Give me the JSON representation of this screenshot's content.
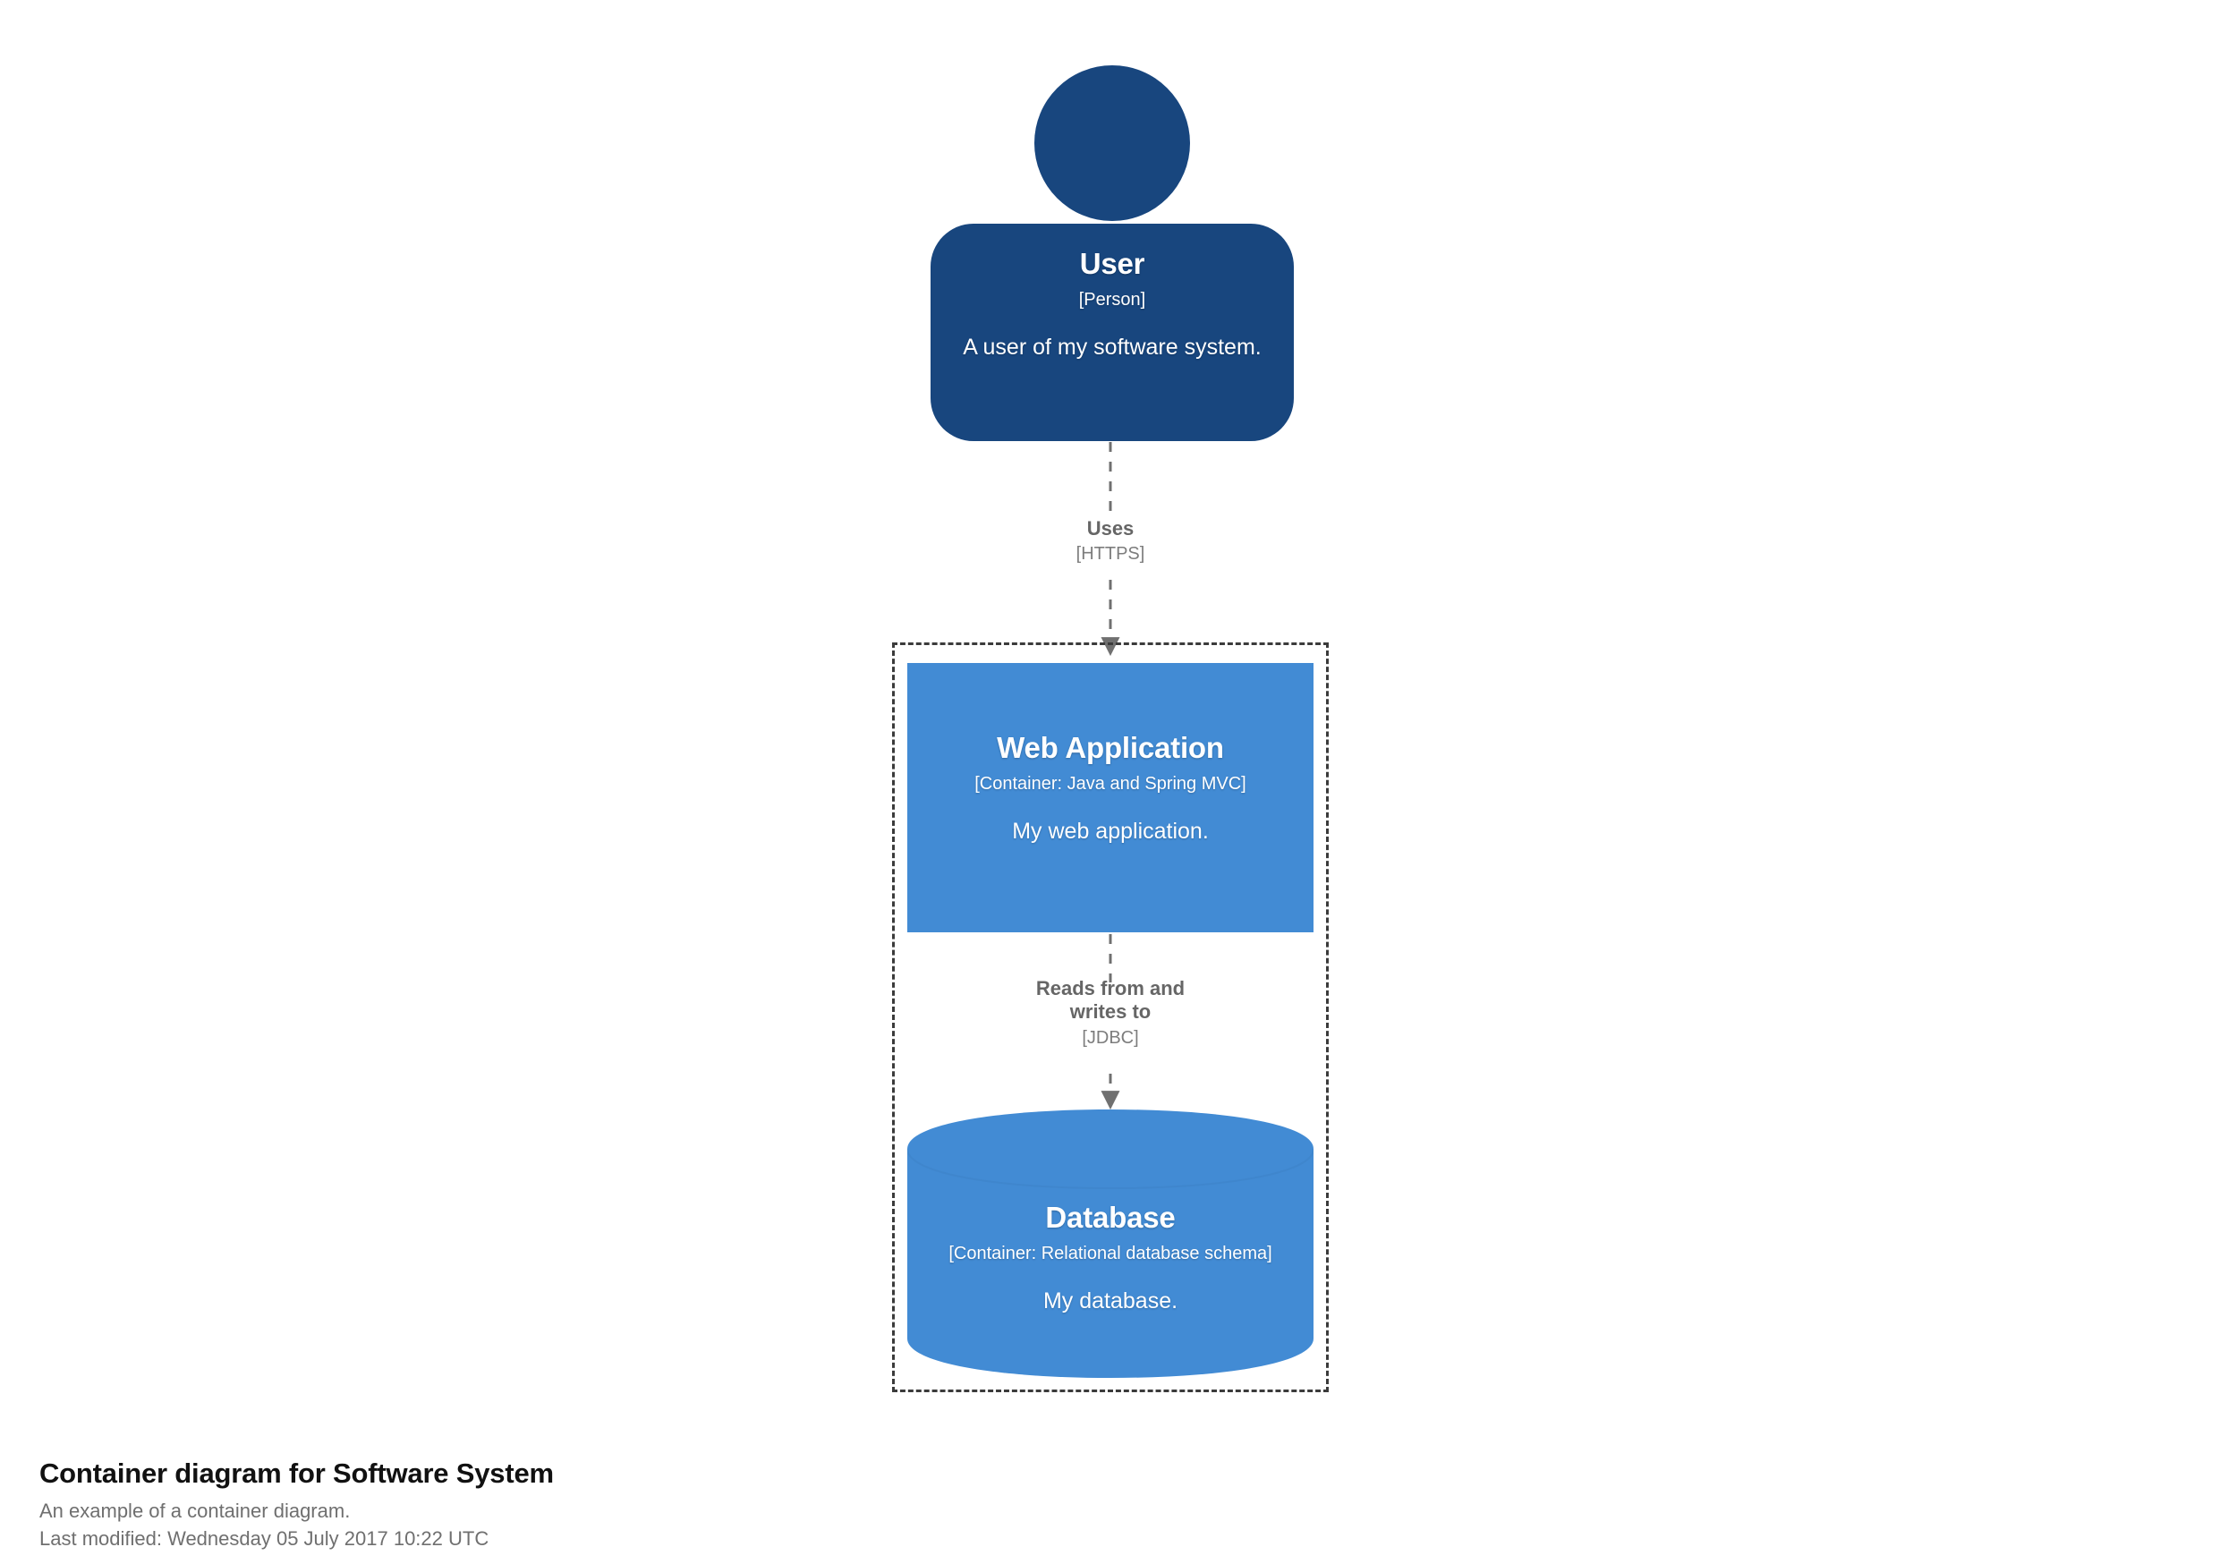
{
  "diagram": {
    "kind": "c4-container-diagram",
    "background_color": "#ffffff",
    "palette": {
      "person_fill": "#18467e",
      "container_fill": "#428bd4",
      "boundary_stroke": "#3b3b3b",
      "relationship_stroke": "#707070",
      "element_text": "#ffffff",
      "label_text": "#666666",
      "tech_text": "#7d7d7d"
    },
    "elements": [
      {
        "id": "user",
        "shape": "person",
        "name": "User",
        "tech": "[Person]",
        "description": "A user of my software system."
      },
      {
        "id": "web-application",
        "shape": "box",
        "name": "Web Application",
        "tech": "[Container: Java and Spring MVC]",
        "description": "My web application."
      },
      {
        "id": "database",
        "shape": "cylinder",
        "name": "Database",
        "tech": "[Container: Relational database schema]",
        "description": "My database."
      }
    ],
    "boundary": {
      "id": "software-system-boundary",
      "style": "dashed",
      "label": ""
    },
    "relationships": [
      {
        "id": "user-uses-webapp",
        "source": "user",
        "target": "web-application",
        "description": "Uses",
        "tech": "[HTTPS]",
        "style": "dashed",
        "arrow": "filled-triangle"
      },
      {
        "id": "webapp-reads-writes-database",
        "source": "web-application",
        "target": "database",
        "description": "Reads from and\nwrites to",
        "tech": "[JDBC]",
        "style": "dashed",
        "arrow": "filled-triangle"
      }
    ]
  },
  "footer": {
    "title": "Container diagram for Software System",
    "subtitle": "An example of a container diagram.",
    "last_modified": "Last modified: Wednesday 05 July 2017 10:22 UTC"
  }
}
